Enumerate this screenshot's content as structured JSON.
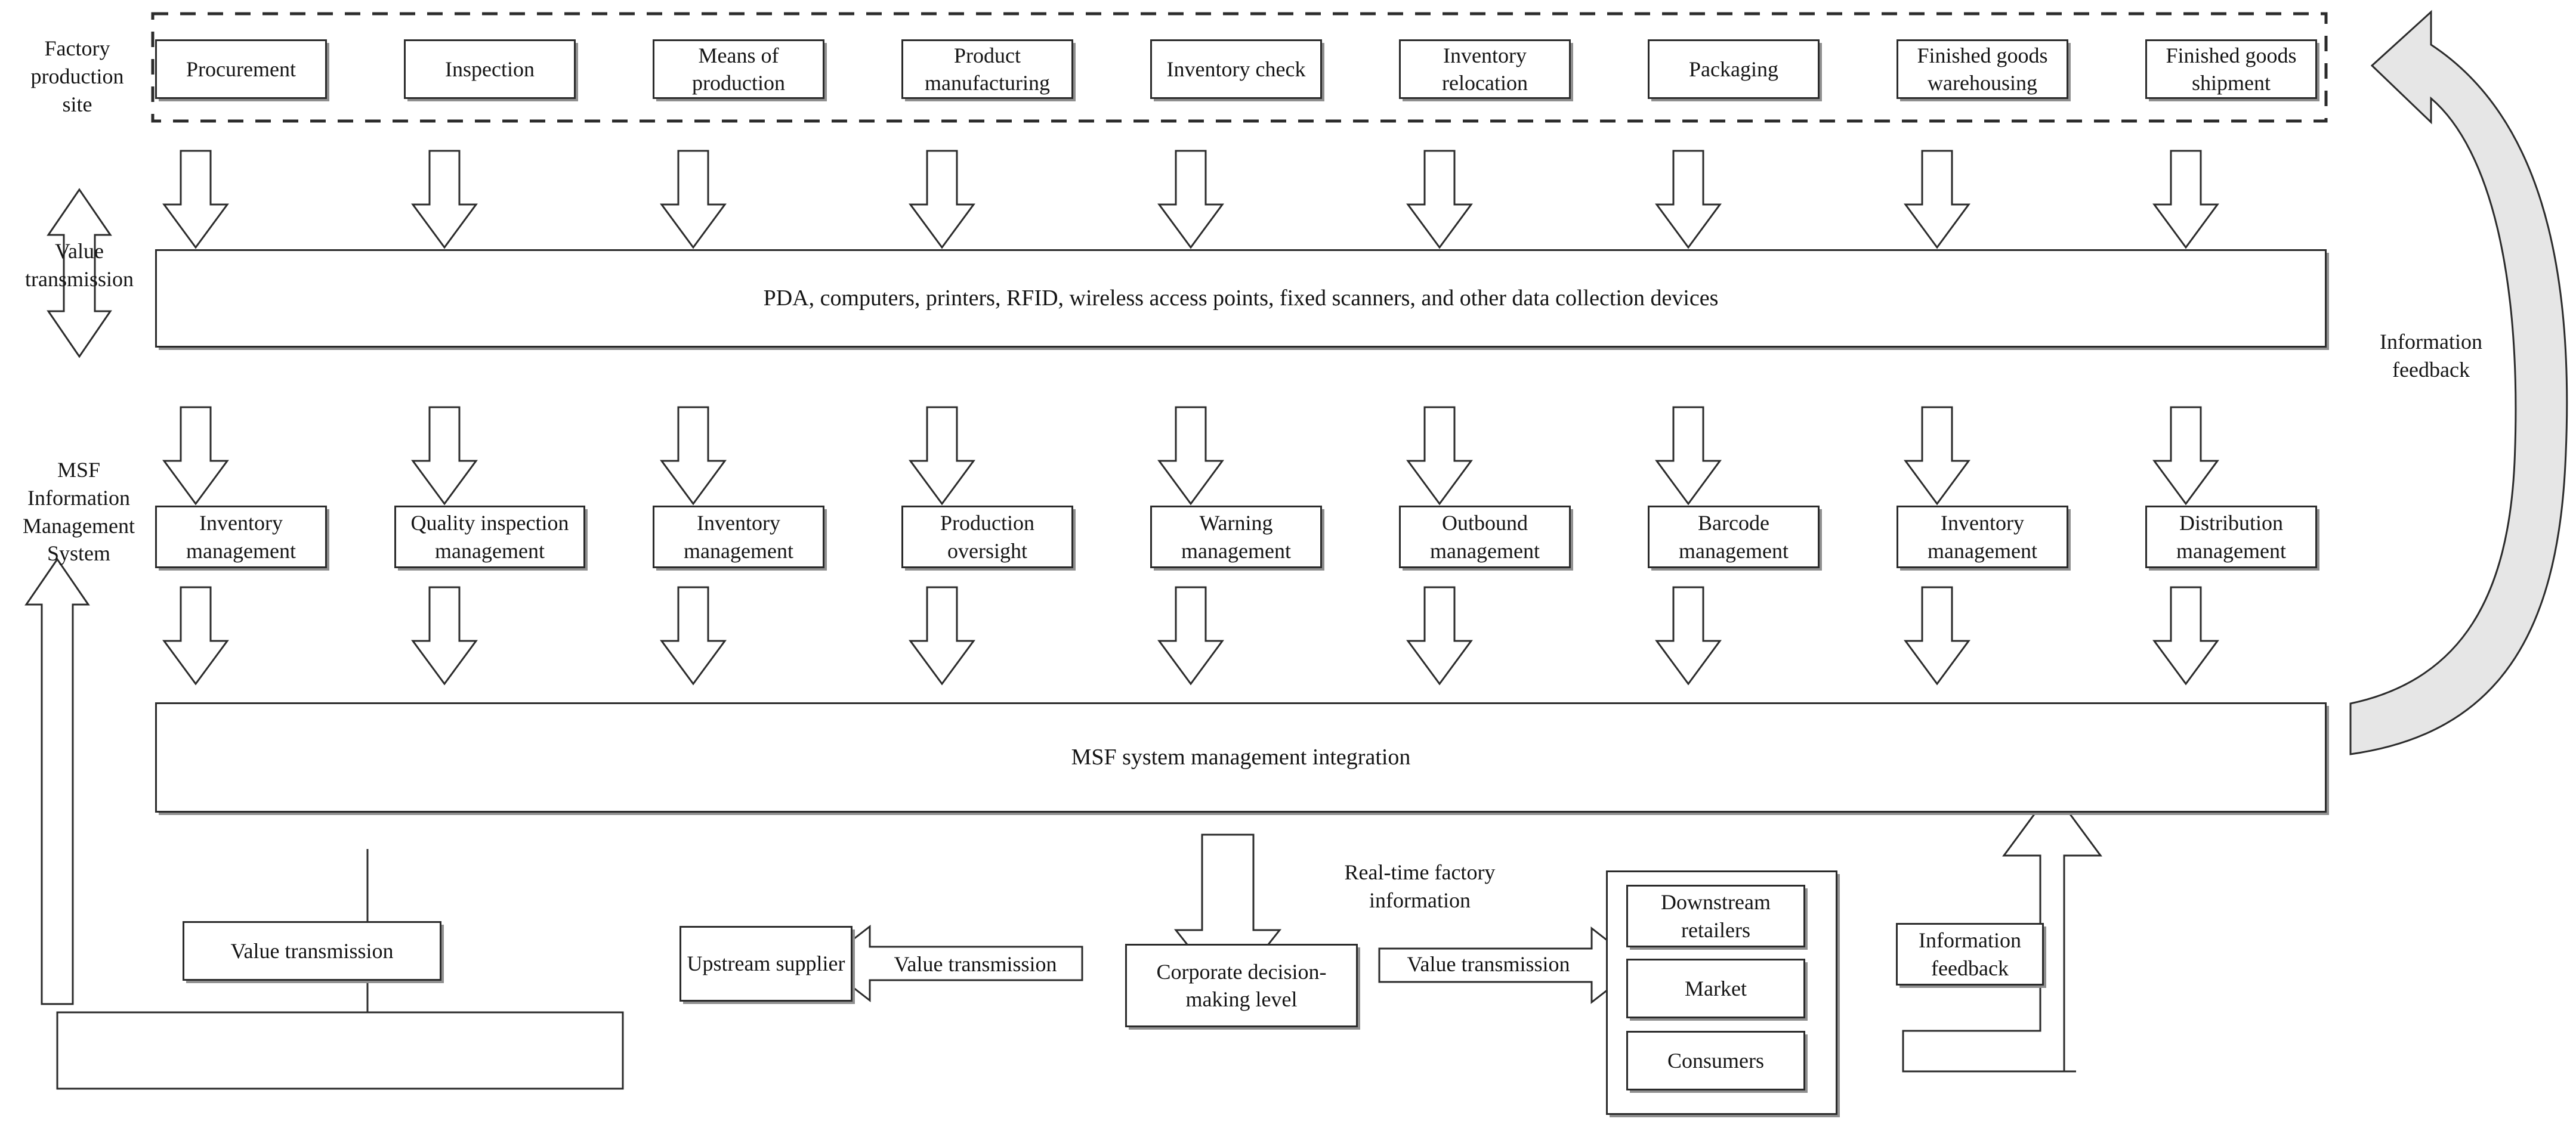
{
  "diagram": {
    "title_visible": false,
    "colors": {
      "stroke": "#2b2b2b",
      "shadow": "#8f8f8f",
      "curved_arrow_fill": "#e6e6e6",
      "background": "#ffffff"
    },
    "side_labels": {
      "factory_production_site": "Factory\nproduction\nsite",
      "value_transmission_left": "Value\ntransmission",
      "msf_information_management_system": "MSF\nInformation\nManagement\nSystem",
      "information_feedback_right": "Information\nfeedback",
      "real_time_factory_information": "Real-time factory\ninformation"
    },
    "row_factory": {
      "name": "Factory production site",
      "boxes": [
        "Procurement",
        "Inspection",
        "Means of\nproduction",
        "Product\nmanufacturing",
        "Inventory check",
        "Inventory\nrelocation",
        "Packaging",
        "Finished goods\nwarehousing",
        "Finished goods\nshipment"
      ]
    },
    "band_devices": {
      "label": "PDA, computers, printers, RFID, wireless access points, fixed scanners, and other data collection devices"
    },
    "row_management": {
      "boxes": [
        "Inventory\nmanagement",
        "Quality inspection\nmanagement",
        "Inventory\nmanagement",
        "Production\noversight",
        "Warning\nmanagement",
        "Outbound\nmanagement",
        "Barcode\nmanagement",
        "Inventory\nmanagement",
        "Distribution\nmanagement"
      ]
    },
    "band_integration": {
      "label": "MSF system management integration"
    },
    "bottom": {
      "value_transmission_box": "Value transmission",
      "upstream_supplier": "Upstream\nsupplier",
      "value_transmission_to_supplier": "Value transmission",
      "corporate_decision": "Corporate decision-\nmaking level",
      "value_transmission_to_market": "Value transmission",
      "downstream_group": [
        "Downstream\nretailers",
        "Market",
        "Consumers"
      ],
      "information_feedback_box": "Information\nfeedback"
    }
  }
}
